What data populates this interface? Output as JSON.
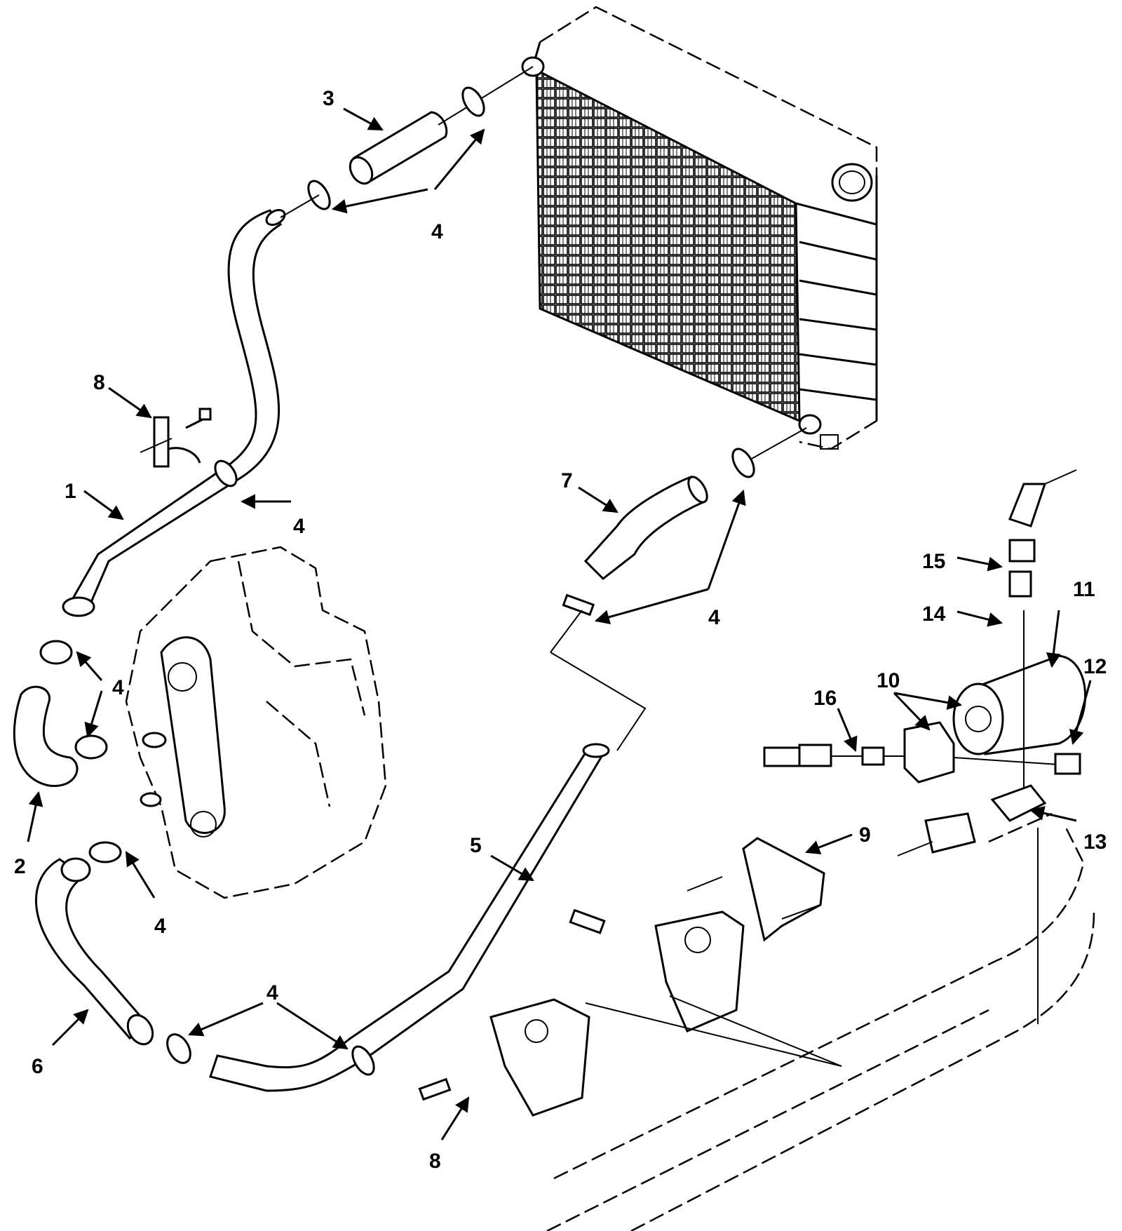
{
  "callouts": [
    {
      "id": "c3",
      "text": "3"
    },
    {
      "id": "c4a",
      "text": "4"
    },
    {
      "id": "c8a",
      "text": "8"
    },
    {
      "id": "c1",
      "text": "1"
    },
    {
      "id": "c4b",
      "text": "4"
    },
    {
      "id": "c7",
      "text": "7"
    },
    {
      "id": "c4c",
      "text": "4"
    },
    {
      "id": "c15",
      "text": "15"
    },
    {
      "id": "c11",
      "text": "11"
    },
    {
      "id": "c14",
      "text": "14"
    },
    {
      "id": "c4d",
      "text": "4"
    },
    {
      "id": "c10",
      "text": "10"
    },
    {
      "id": "c16",
      "text": "16"
    },
    {
      "id": "c12",
      "text": "12"
    },
    {
      "id": "c2",
      "text": "2"
    },
    {
      "id": "c4e",
      "text": "4"
    },
    {
      "id": "c13",
      "text": "13"
    },
    {
      "id": "c9",
      "text": "9"
    },
    {
      "id": "c5",
      "text": "5"
    },
    {
      "id": "c4f",
      "text": "4"
    },
    {
      "id": "c6",
      "text": "6"
    },
    {
      "id": "c8b",
      "text": "8"
    }
  ]
}
